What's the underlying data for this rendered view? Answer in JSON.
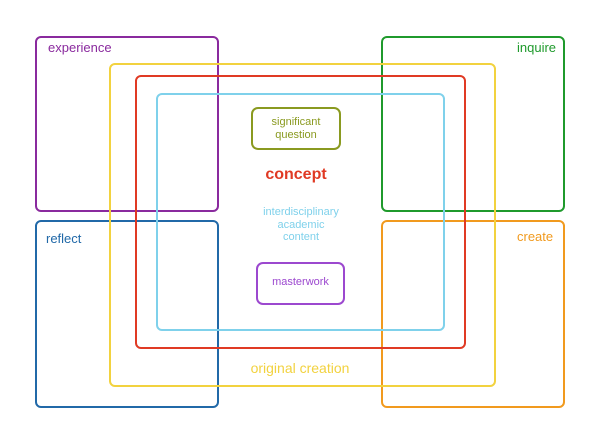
{
  "colors": {
    "experience": "#8a2a9e",
    "inquire": "#1f9a2c",
    "reflect": "#2169a8",
    "create": "#f19a1e",
    "original_creation": "#f2d23f",
    "concept": "#e03a24",
    "interdisciplinary": "#7fd1eb",
    "significant_question": "#8a9a20",
    "masterwork": "#9c48cf"
  },
  "labels": {
    "experience": "experience",
    "inquire": "inquire",
    "reflect": "reflect",
    "create": "create",
    "significant_question": [
      "significant",
      "question"
    ],
    "concept": "concept",
    "interdisciplinary": [
      "interdisciplinary",
      "academic",
      "content"
    ],
    "masterwork": "masterwork",
    "original_creation": "original creation"
  }
}
